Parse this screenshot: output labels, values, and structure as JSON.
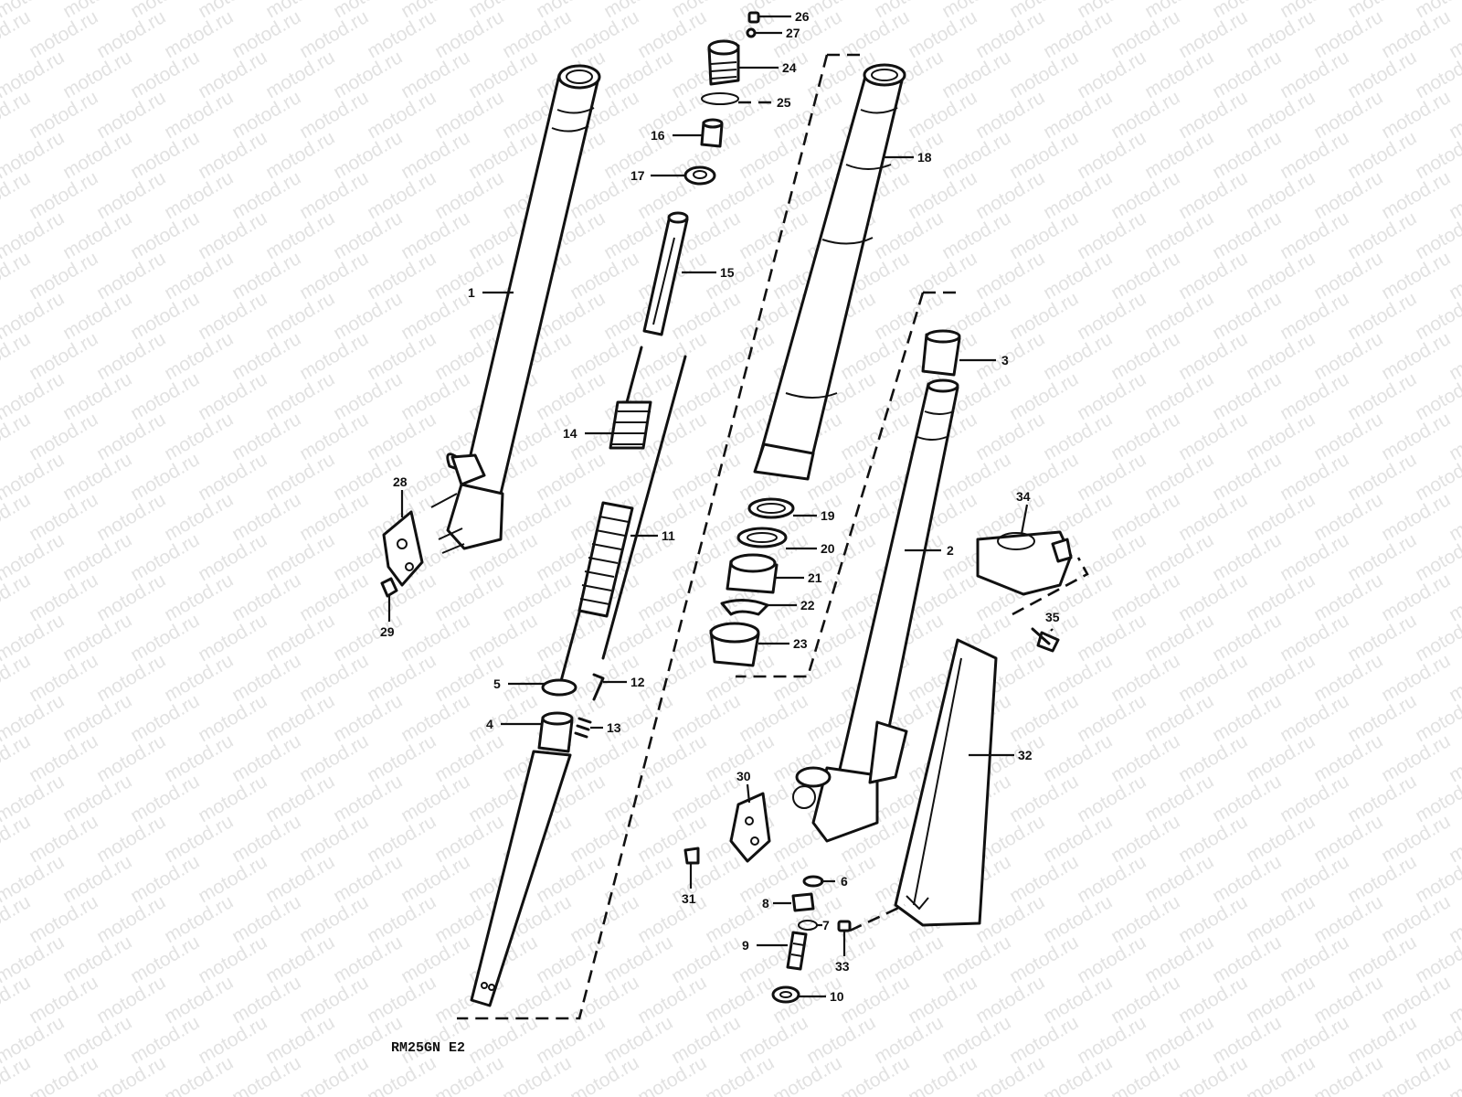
{
  "watermark": {
    "text": "motod.ru"
  },
  "diagram_code": "RM25GN E2",
  "callouts": [
    {
      "id": "p1",
      "label": "1"
    },
    {
      "id": "p2",
      "label": "2"
    },
    {
      "id": "p3",
      "label": "3"
    },
    {
      "id": "p4",
      "label": "4"
    },
    {
      "id": "p5",
      "label": "5"
    },
    {
      "id": "p6",
      "label": "6"
    },
    {
      "id": "p7",
      "label": "7"
    },
    {
      "id": "p8",
      "label": "8"
    },
    {
      "id": "p9",
      "label": "9"
    },
    {
      "id": "p10",
      "label": "10"
    },
    {
      "id": "p11",
      "label": "11"
    },
    {
      "id": "p12",
      "label": "12"
    },
    {
      "id": "p13",
      "label": "13"
    },
    {
      "id": "p14",
      "label": "14"
    },
    {
      "id": "p15",
      "label": "15"
    },
    {
      "id": "p16",
      "label": "16"
    },
    {
      "id": "p17",
      "label": "17"
    },
    {
      "id": "p18",
      "label": "18"
    },
    {
      "id": "p19",
      "label": "19"
    },
    {
      "id": "p20",
      "label": "20"
    },
    {
      "id": "p21",
      "label": "21"
    },
    {
      "id": "p22",
      "label": "22"
    },
    {
      "id": "p23",
      "label": "23"
    },
    {
      "id": "p24",
      "label": "24"
    },
    {
      "id": "p25",
      "label": "25"
    },
    {
      "id": "p26",
      "label": "26"
    },
    {
      "id": "p27",
      "label": "27"
    },
    {
      "id": "p28",
      "label": "28"
    },
    {
      "id": "p29",
      "label": "29"
    },
    {
      "id": "p30",
      "label": "30"
    },
    {
      "id": "p31",
      "label": "31"
    },
    {
      "id": "p32",
      "label": "32"
    },
    {
      "id": "p33",
      "label": "33"
    },
    {
      "id": "p34",
      "label": "34"
    },
    {
      "id": "p35",
      "label": "35"
    }
  ]
}
